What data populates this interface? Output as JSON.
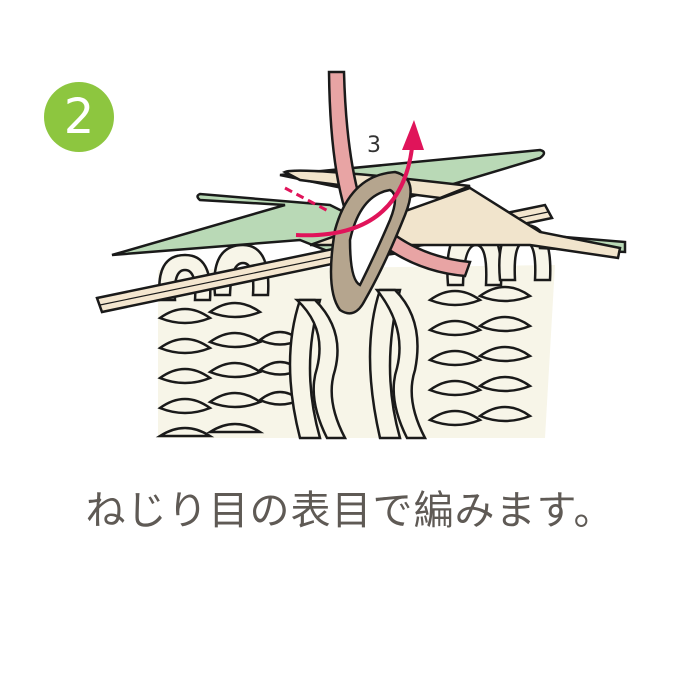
{
  "step": {
    "number": "2",
    "badge_color": "#8dc63f"
  },
  "illustration": {
    "arrow_label": "3",
    "colors": {
      "yarn_main": "#f7f5e8",
      "yarn_working": "#e8a4a4",
      "yarn_twisted": "#b5a58e",
      "needle_left": "#f4e6cf",
      "needle_right": "#f1e4cc",
      "cable_needle": "#b9d9b6",
      "arrow": "#e0145a",
      "outline": "#1a1a1a"
    }
  },
  "caption": {
    "text": "ねじり目の表目で編みます。"
  }
}
